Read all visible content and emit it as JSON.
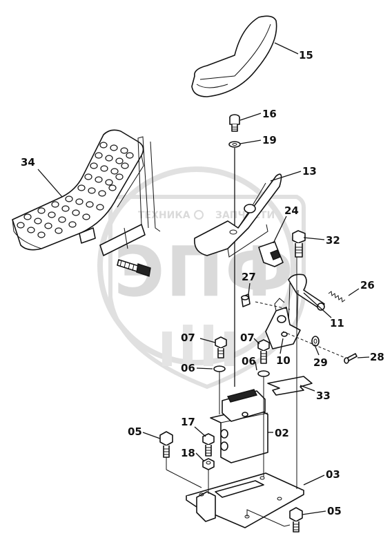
{
  "watermark": {
    "top_text_left": "ТЕХНИКА",
    "top_text_right": "ЗАПЧАСТИ",
    "main_text": "ЭПФ"
  },
  "callouts": [
    {
      "id": "c15",
      "text": "15"
    },
    {
      "id": "c16",
      "text": "16"
    },
    {
      "id": "c19",
      "text": "19"
    },
    {
      "id": "c34",
      "text": "34"
    },
    {
      "id": "c13",
      "text": "13"
    },
    {
      "id": "c24",
      "text": "24"
    },
    {
      "id": "c32",
      "text": "32"
    },
    {
      "id": "c27",
      "text": "27"
    },
    {
      "id": "c26",
      "text": "26"
    },
    {
      "id": "c11",
      "text": "11"
    },
    {
      "id": "c07a",
      "text": "07"
    },
    {
      "id": "c07b",
      "text": "07"
    },
    {
      "id": "c06a",
      "text": "06"
    },
    {
      "id": "c06b",
      "text": "06"
    },
    {
      "id": "c10",
      "text": "10"
    },
    {
      "id": "c29",
      "text": "29"
    },
    {
      "id": "c28",
      "text": "28"
    },
    {
      "id": "c33",
      "text": "33"
    },
    {
      "id": "c17",
      "text": "17"
    },
    {
      "id": "c05a",
      "text": "05"
    },
    {
      "id": "c02",
      "text": "02"
    },
    {
      "id": "c18",
      "text": "18"
    },
    {
      "id": "c03",
      "text": "03"
    },
    {
      "id": "c05b",
      "text": "05"
    }
  ]
}
